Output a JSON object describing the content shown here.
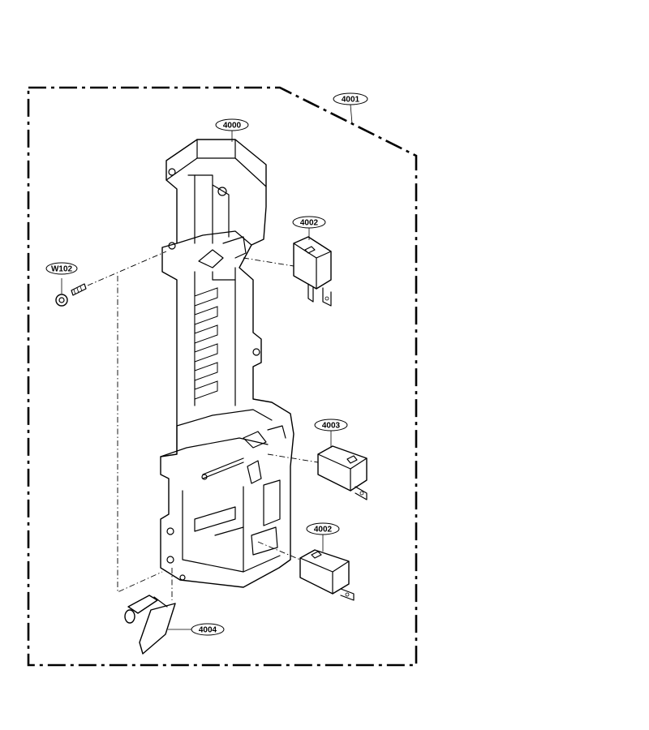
{
  "callouts": {
    "assembly": "4001",
    "frame": "4000",
    "switch_upper": "4002",
    "switch_middle": "4003",
    "switch_lower": "4002",
    "screw": "W102",
    "lever": "4004"
  }
}
